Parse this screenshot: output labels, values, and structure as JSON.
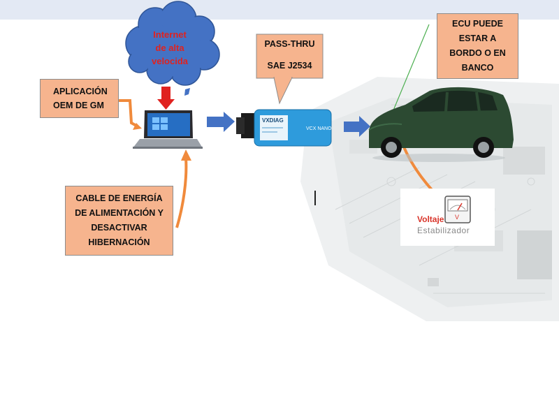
{
  "callouts": {
    "app": [
      "APLICACIÓN",
      "OEM DE GM"
    ],
    "cable": [
      "CABLE DE ENERGÍA",
      "DE ALIMENTACIÓN Y",
      "DESACTIVAR",
      "HIBERNACIÓN"
    ],
    "ecu": [
      "ECU PUEDE",
      "ESTAR A",
      "BORDO O EN",
      "BANCO"
    ]
  },
  "passthru": {
    "line1": "PASS-THRU",
    "line2": "SAE J2534"
  },
  "cloud": {
    "lines": [
      "Internet",
      "de alta",
      "velocida"
    ]
  },
  "device": {
    "brand": "VXDIAG",
    "model": "VCX NANO"
  },
  "voltage": {
    "title": "Voltaje",
    "subtitle": "Estabilizador",
    "unit": "V"
  },
  "colors": {
    "callout_fill": "#f6b48e",
    "arrow_orange": "#f08a3c",
    "arrow_blue": "#4472c4",
    "cloud_blue": "#4472c4",
    "cloud_text": "#e0221f",
    "red_arrow": "#e0221f",
    "device_blue": "#2e9bdc",
    "car_green": "#2c4a32"
  },
  "icons": [
    "cloud-icon",
    "laptop-icon",
    "obd-adapter-icon",
    "car-icon",
    "voltmeter-icon"
  ]
}
